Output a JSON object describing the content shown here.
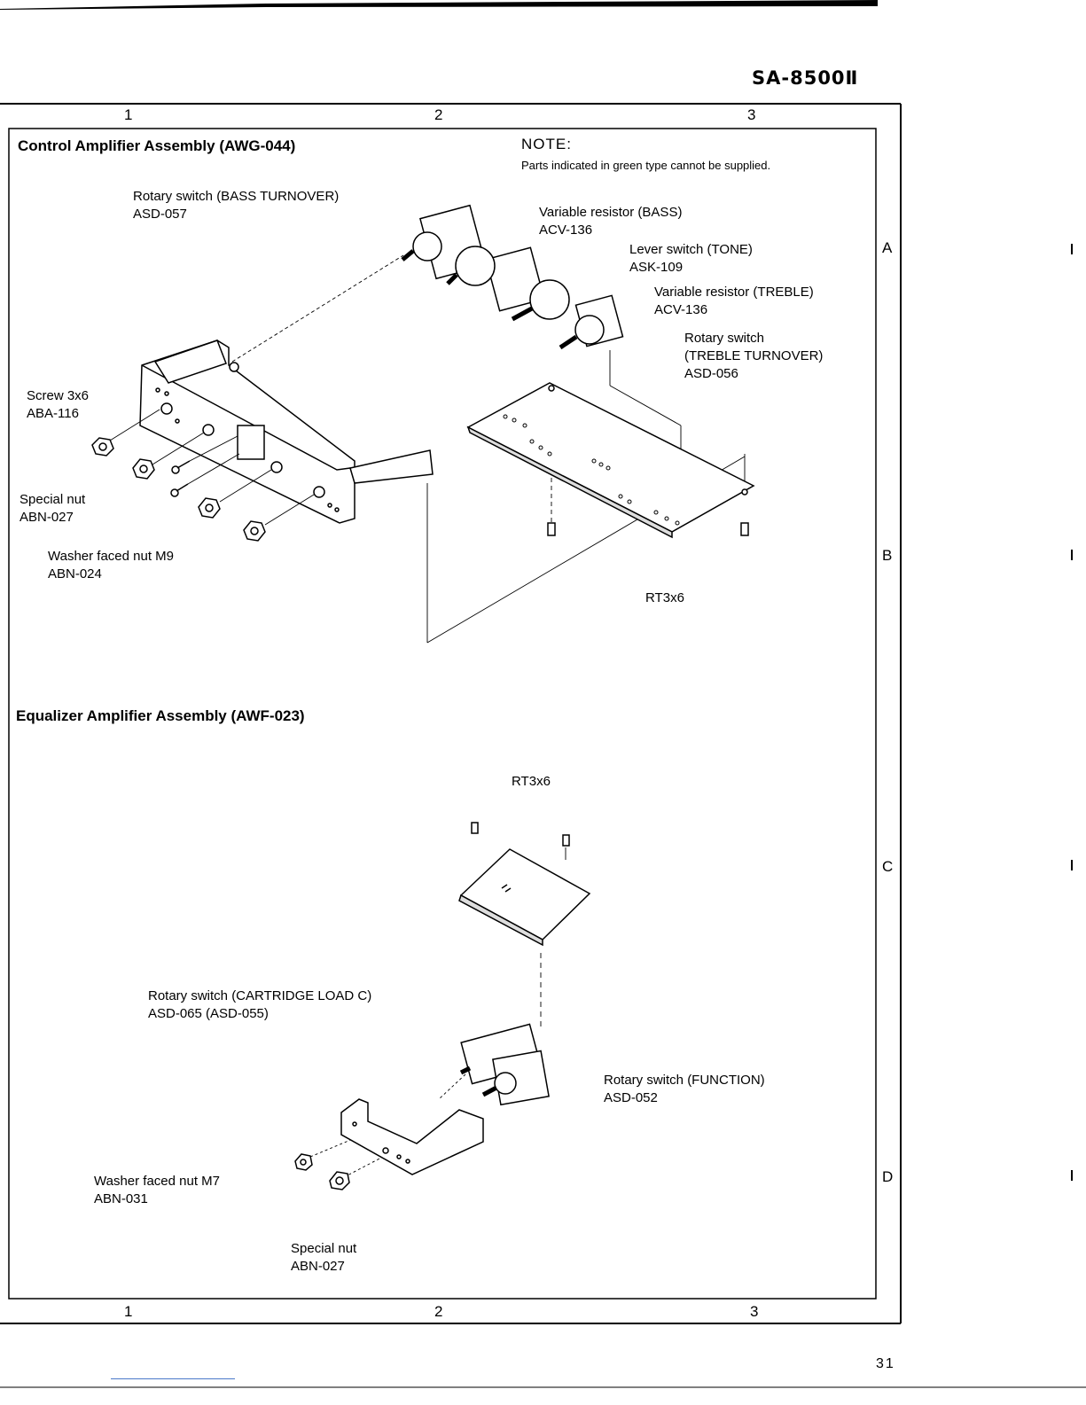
{
  "header": {
    "model": "SA-8500Ⅱ"
  },
  "grid": {
    "columns_top": [
      "1",
      "2",
      "3"
    ],
    "columns_bottom": [
      "1",
      "2",
      "3"
    ],
    "rows": [
      "A",
      "B",
      "C",
      "D"
    ]
  },
  "control_amp": {
    "title": "Control Amplifier Assembly (AWG-044)",
    "note_title": "NOTE:",
    "note_text": "Parts indicated in green type cannot be supplied.",
    "labels": {
      "bass_turnover": {
        "name": "Rotary switch (BASS TURNOVER)",
        "part": "ASD-057"
      },
      "var_bass": {
        "name": "Variable resistor (BASS)",
        "part": "ACV-136"
      },
      "lever_tone": {
        "name": "Lever switch (TONE)",
        "part": "ASK-109"
      },
      "var_treble": {
        "name": "Variable resistor (TREBLE)",
        "part": "ACV-136"
      },
      "treble_turnover": {
        "name1": "Rotary switch",
        "name2": "(TREBLE TURNOVER)",
        "part": "ASD-056"
      },
      "screw": {
        "name": "Screw 3x6",
        "part": "ABA-116"
      },
      "special_nut": {
        "name": "Special nut",
        "part": "ABN-027"
      },
      "washer_nut": {
        "name": "Washer faced nut M9",
        "part": "ABN-024"
      },
      "rt_screw": "RT3x6"
    }
  },
  "equalizer_amp": {
    "title": "Equalizer Amplifier Assembly (AWF-023)",
    "labels": {
      "rt_screw": "RT3x6",
      "cartridge_load": {
        "name": "Rotary switch (CARTRIDGE LOAD C)",
        "part": "ASD-065 (ASD-055)"
      },
      "function": {
        "name": "Rotary switch (FUNCTION)",
        "part": "ASD-052"
      },
      "washer_nut": {
        "name": "Washer faced nut M7",
        "part": "ABN-031"
      },
      "special_nut": {
        "name": "Special nut",
        "part": "ABN-027"
      }
    }
  },
  "footer": {
    "page_number": "31"
  }
}
